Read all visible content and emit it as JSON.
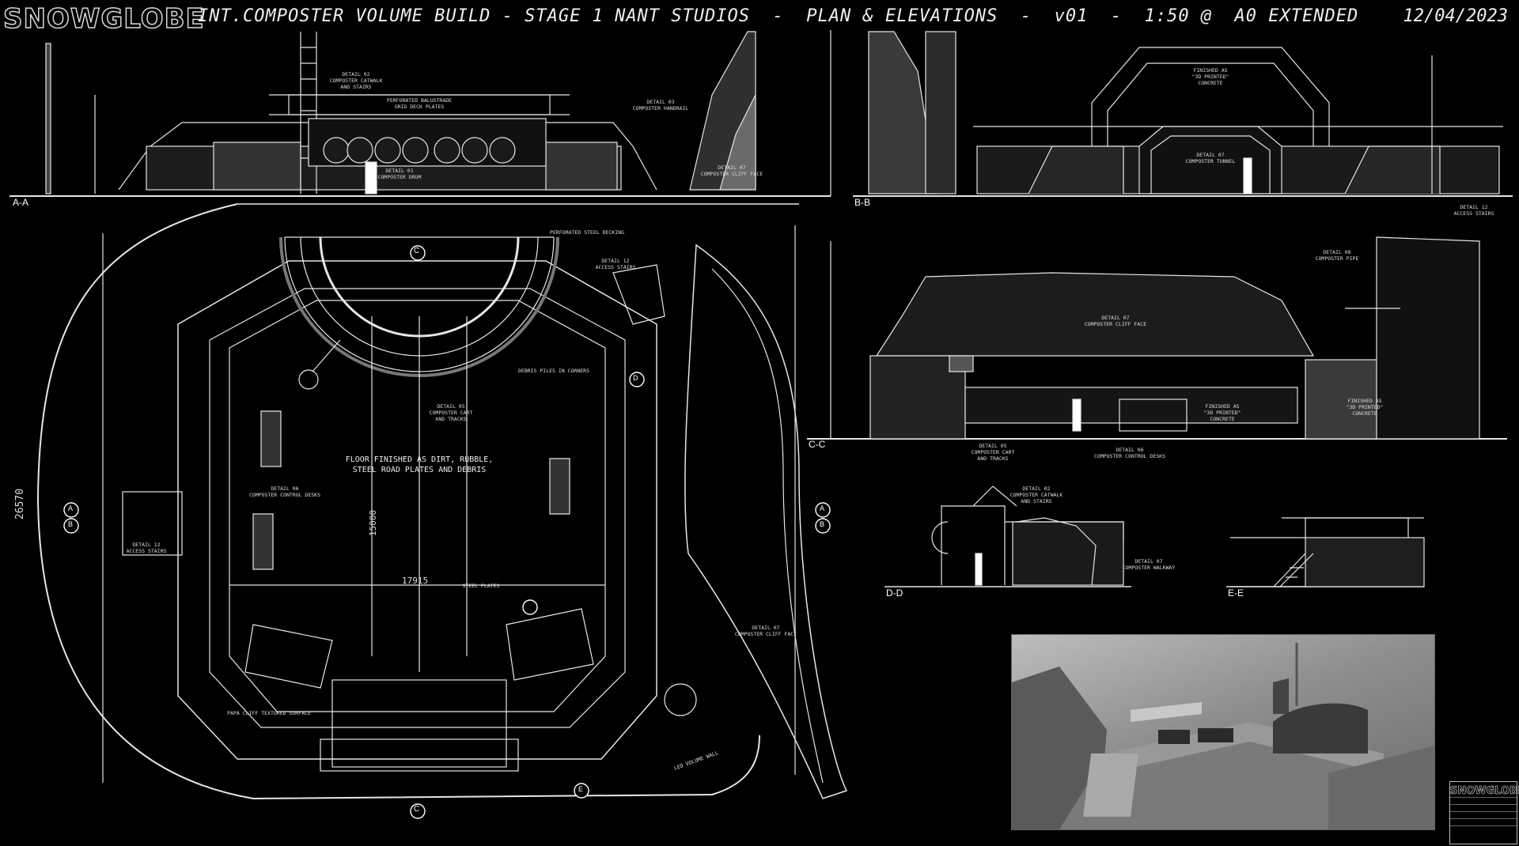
{
  "header": {
    "logo": "SNOWGLOBE",
    "title": "INT.COMPOSTER VOLUME BUILD - STAGE 1 NANT STUDIOS  -  PLAN & ELEVATIONS  -  v01  -  1:50 @  A0 EXTENDED",
    "date": "12/04/2023"
  },
  "sections": {
    "aa": "A-A",
    "bb": "B-B",
    "cc": "C-C",
    "dd": "D-D",
    "ee": "E-E"
  },
  "plan": {
    "floor_note": "FLOOR FINISHED AS DIRT, RUBBLE,\nSTEEL ROAD PLATES AND DEBRIS",
    "dim_overall": "26570",
    "dim_length": "15000",
    "dim_width": "17915",
    "markers": {
      "c": "C",
      "a": "A",
      "b": "B",
      "d": "D",
      "e": "E"
    }
  },
  "notes": {
    "aa_catwalk": "DETAIL 02\nCOMPOSTER CATWALK\nAND STAIRS",
    "aa_handrail": "DETAIL 03\nCOMPOSTER HANDRAIL",
    "aa_balustrade": "PERFORATED BALUSTRADE\nGRID DECK PLATES",
    "aa_drum": "DETAIL 01\nCOMPOSTER DRUM",
    "aa_cliff": "DETAIL 07\nCOMPOSTER CLIFF FACE",
    "bb_printed": "FINISHED AS\n\"3D PRINTED\"\nCONCRETE",
    "bb_tunnel": "DETAIL 07\nCOMPOSTER TUNNEL",
    "bb_stairs": "DETAIL 12\nACCESS STAIRS",
    "cc_pipe": "DETAIL 08\nCOMPOSTER PIPE",
    "cc_cliff": "DETAIL 07\nCOMPOSTER CLIFF FACE",
    "cc_printed_1": "FINISHED AS\n\"3D PRINTED\"\nCONCRETE",
    "cc_printed_2": "FINISHED AS\n\"3D PRINTED\"\nCONCRETE",
    "cc_cart": "DETAIL 05\nCOMPOSTER CART\nAND TRACKS",
    "cc_desks": "DETAIL 06\nCOMPOSTER CONTROL DESKS",
    "dd_catwalk": "DETAIL 02\nCOMPOSTER CATWALK\nAND STAIRS",
    "dd_walkway": "DETAIL 07\nCOMPOSTER WALKWAY",
    "plan_deck": "PERFORATED STEEL DECKING",
    "plan_stairs_r": "DETAIL 12\nACCESS STAIRS",
    "plan_cart": "DETAIL 05\nCOMPOSTER CART\nAND TRACKS",
    "plan_desks": "DETAIL 06\nCOMPOSTER CONTROL DESKS",
    "plan_stairs_l": "DETAIL 12\nACCESS STAIRS",
    "plan_cliff": "DETAIL 07\nCOMPOSTER CLIFF FACE",
    "plan_surface": "PAPA CLIFF TEXTURED SURFACE",
    "plan_led": "LED VOLUME WALL",
    "plan_debris": "DEBRIS PILES IN CORNERS",
    "plan_steel": "STEEL PLATES"
  },
  "title_block": {
    "logo": "SNOWGLOBE"
  },
  "colors": {
    "background": "#000000",
    "line": "#e8e8e8",
    "fill_dark": "#2a2a2a",
    "fill_mid": "#5a5a5a"
  }
}
